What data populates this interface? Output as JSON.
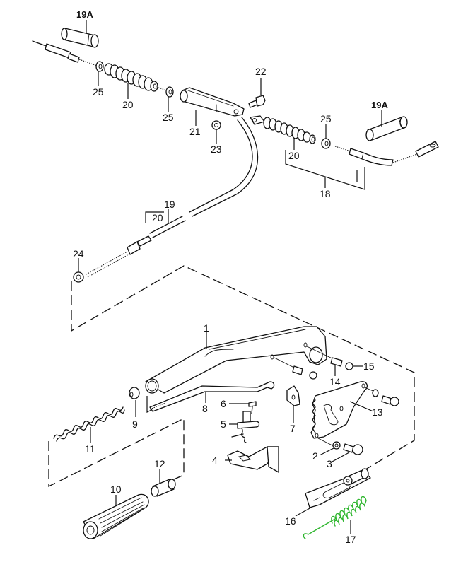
{
  "title": "Parking brake lever and cables — exploded parts view",
  "highlight_color": "#2db52d",
  "labels": {
    "p19A_left": "19A",
    "p19A_right": "19A",
    "p25_a": "25",
    "p20_a": "20",
    "p25_b": "25",
    "p21": "21",
    "p22": "22",
    "p23": "23",
    "p25_c": "25",
    "p20_b": "20",
    "p18": "18",
    "p19": "19",
    "p20_c": "20",
    "p24": "24",
    "p1": "1",
    "p14": "14",
    "p15": "15",
    "p9": "9",
    "p8": "8",
    "p6": "6",
    "p5": "5",
    "p7": "7",
    "p13": "13",
    "p11": "11",
    "p4": "4",
    "p2": "2",
    "p3": "3",
    "p12": "12",
    "p10": "10",
    "p16": "16",
    "p17": "17"
  },
  "highlighted_part": "17"
}
